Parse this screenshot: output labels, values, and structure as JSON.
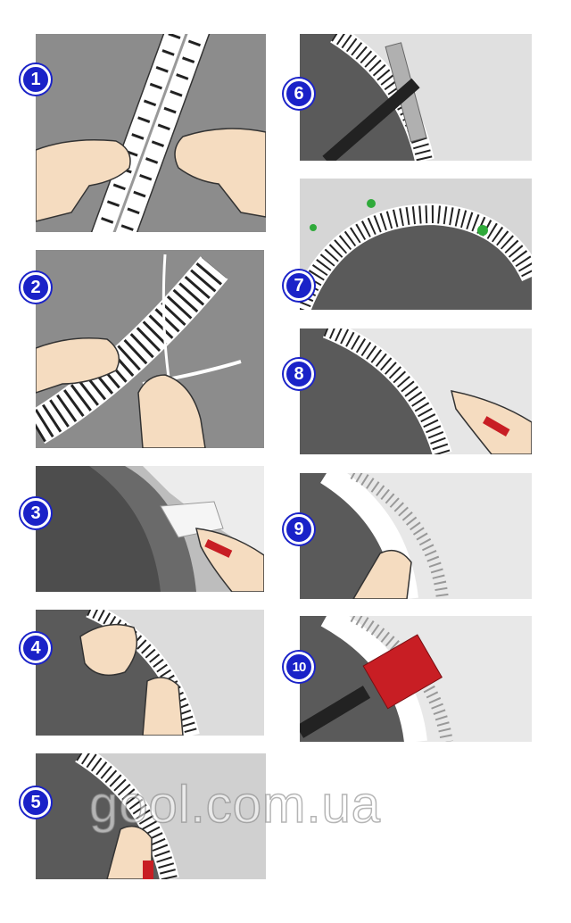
{
  "steps": [
    {
      "number": "1"
    },
    {
      "number": "2"
    },
    {
      "number": "3"
    },
    {
      "number": "4"
    },
    {
      "number": "5"
    },
    {
      "number": "6"
    },
    {
      "number": "7"
    },
    {
      "number": "8"
    },
    {
      "number": "9"
    },
    {
      "number": "10"
    }
  ],
  "watermark": "gool.com.ua",
  "colors": {
    "badge": "#1a22c8",
    "panel_bg": "#8c8c8c",
    "dark_wall": "#5a5a5a",
    "plaster": "#e8e8e8",
    "skin": "#f5dcc0",
    "tool_red": "#c81e24"
  }
}
